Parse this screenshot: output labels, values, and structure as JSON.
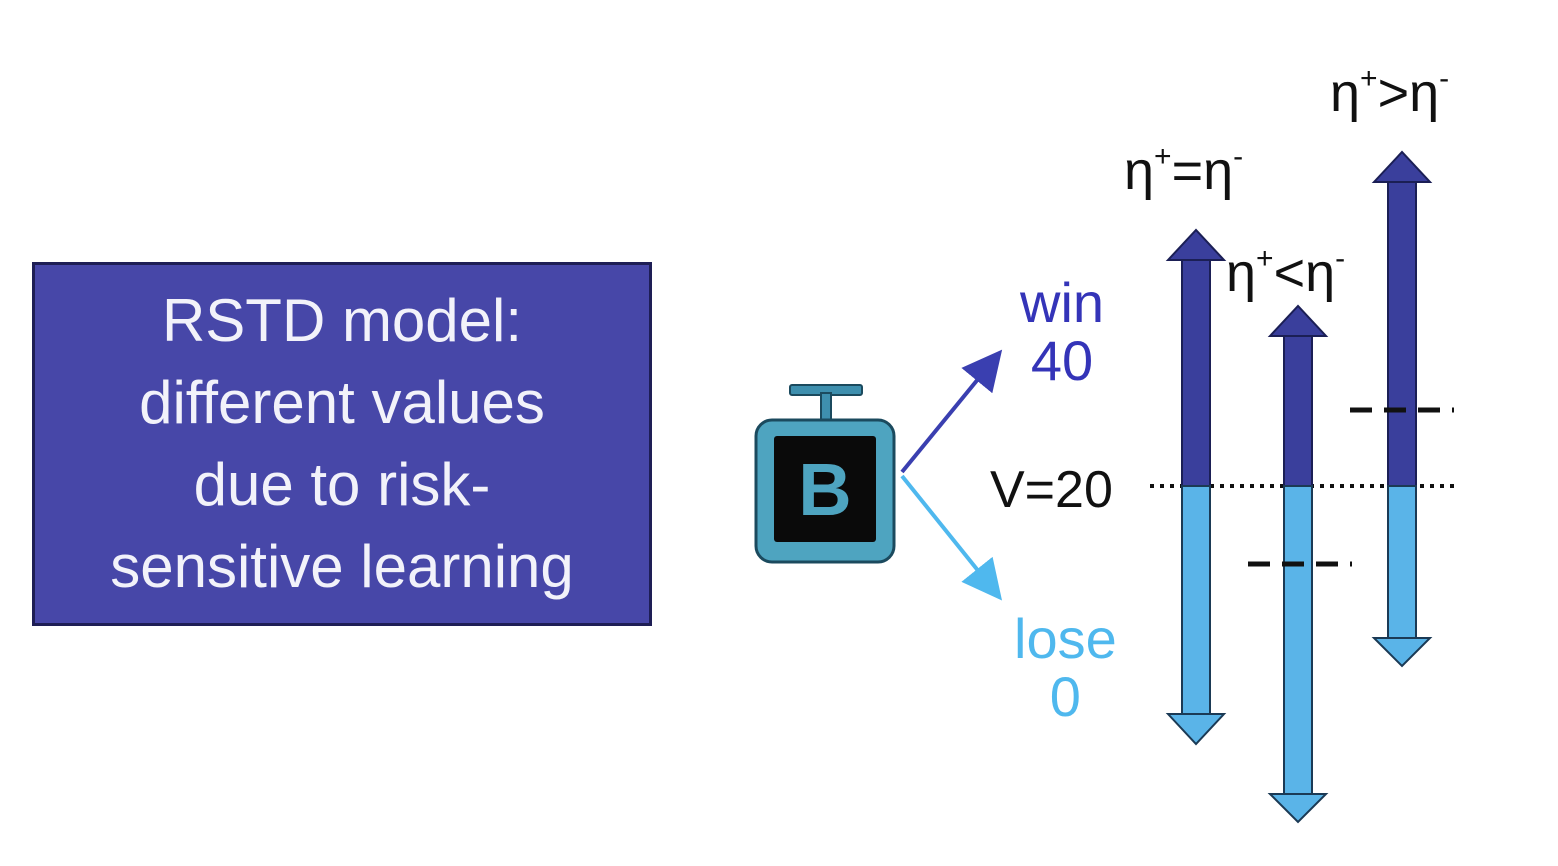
{
  "title_box": {
    "lines": [
      "RSTD model:",
      "different values",
      "due to risk-",
      "sensitive learning"
    ]
  },
  "machine": {
    "letter": "B"
  },
  "outcomes": {
    "win": {
      "label": "win",
      "value": "40"
    },
    "lose": {
      "label": "lose",
      "value": "0"
    }
  },
  "value_line": {
    "label": "V=20"
  },
  "arrows": [
    {
      "base": "η",
      "sup1": "+",
      "op": "=",
      "base2": "η",
      "sup2": "-"
    },
    {
      "base": "η",
      "sup1": "+",
      "op": "<",
      "base2": "η",
      "sup2": "-"
    },
    {
      "base": "η",
      "sup1": "+",
      "op": ">",
      "base2": "η",
      "sup2": "-"
    }
  ],
  "colors": {
    "box_fill": "#4747a8",
    "dark_blue": "#3a3f9c",
    "light_blue": "#5ab4e8",
    "win_text": "#3434b8",
    "lose_text": "#4fb8ee"
  }
}
